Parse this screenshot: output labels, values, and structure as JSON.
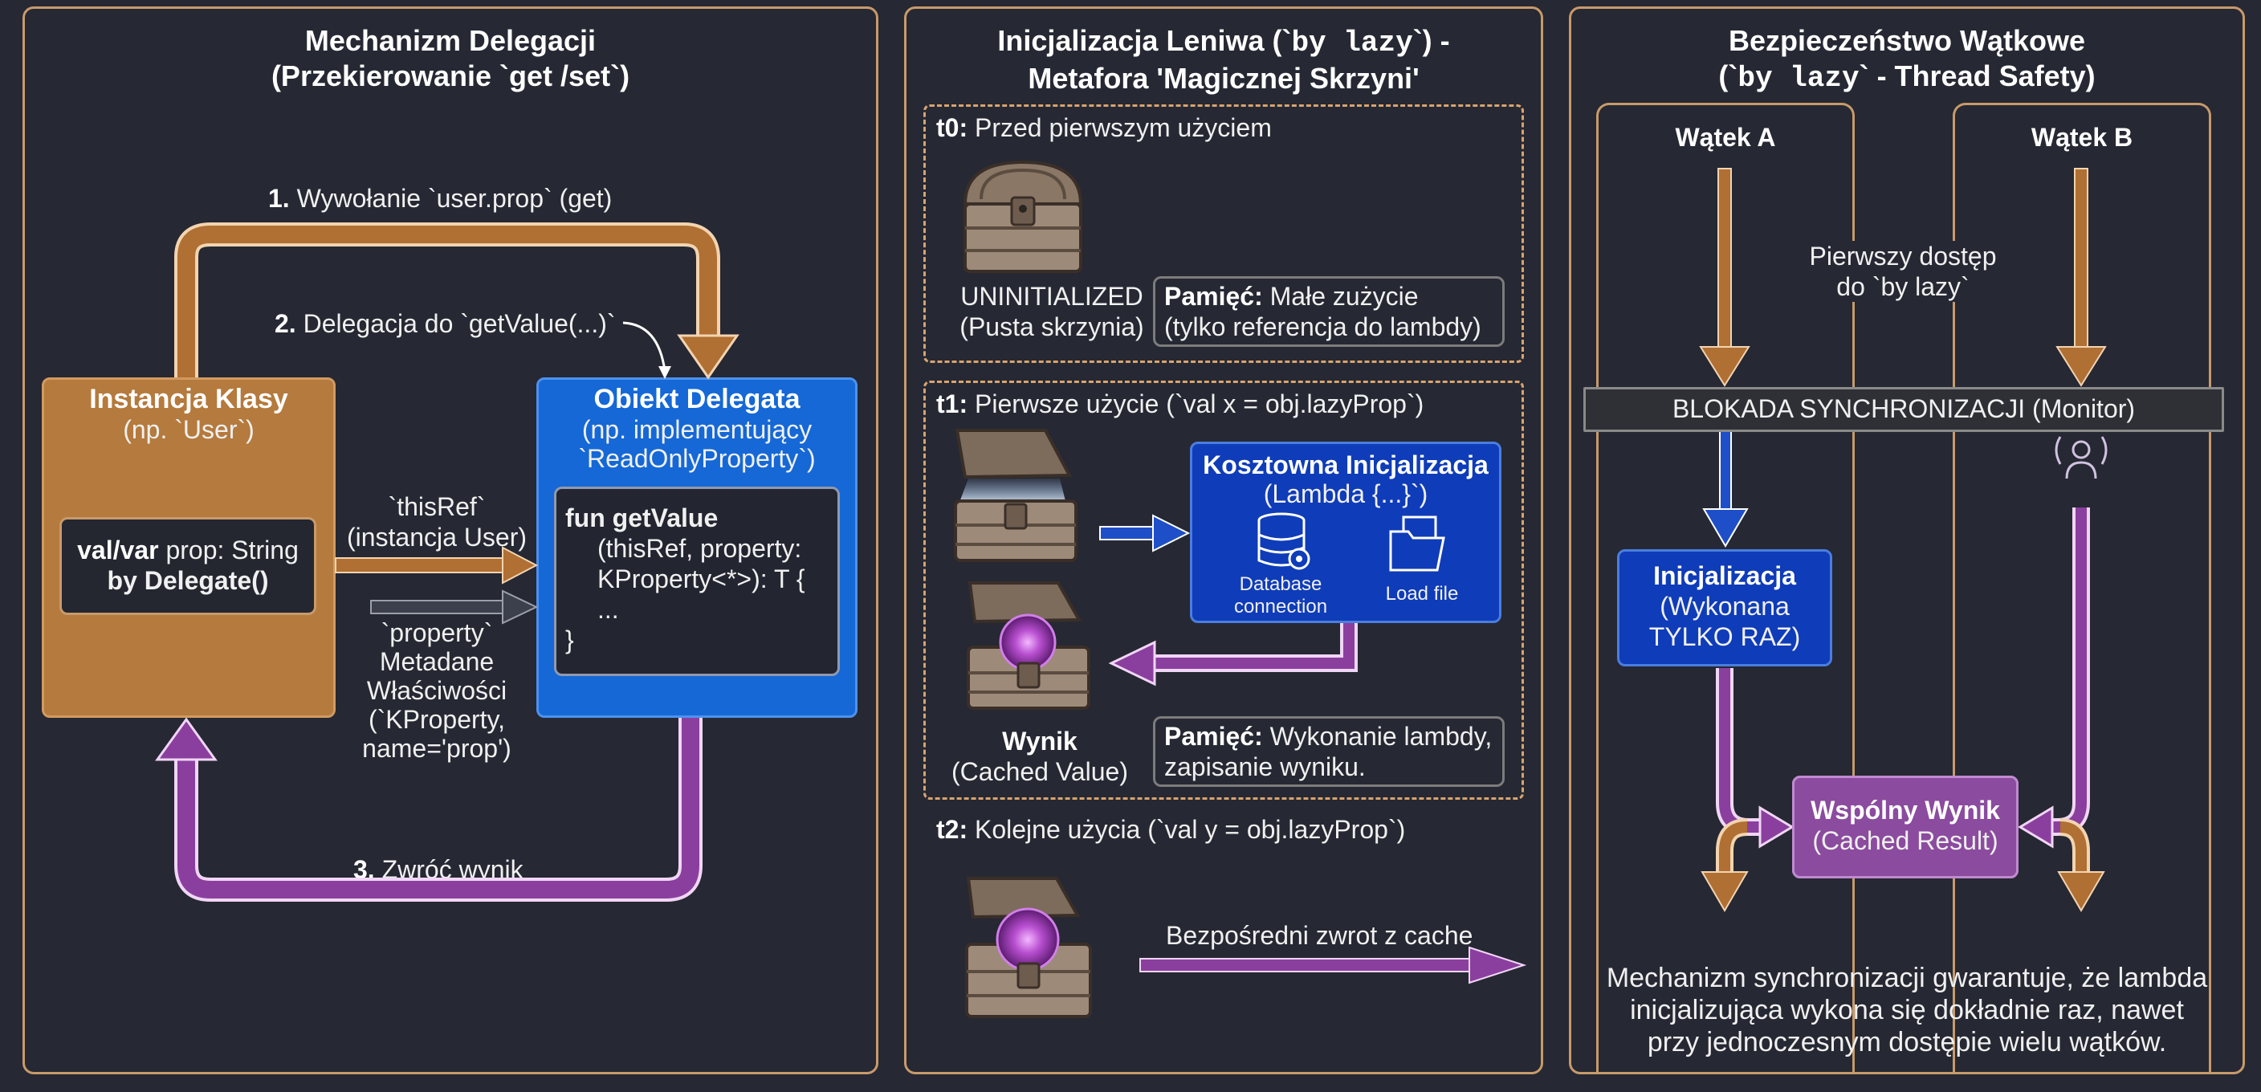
{
  "panel1": {
    "title_line1": "Mechanizm Delegacji",
    "title_line2": "(Przekierowanie `get /set`)",
    "step1_num": "1.",
    "step1_text": " Wywołanie `user.prop` (get)",
    "step2_num": "2.",
    "step2_text": " Delegacja do `getValue(...)`",
    "step3_num": "3.",
    "step3_text": " Zwróć wynik",
    "class_box": {
      "title": "Instancja Klasy",
      "subtitle": "(np. `User`)"
    },
    "prop_box": {
      "kw": "val/var",
      "line1_rest": " prop: String",
      "line2": "by Delegate()"
    },
    "delegate_box": {
      "title": "Obiekt Delegata",
      "subtitle1": "(np. implementujący",
      "subtitle2": "`ReadOnlyProperty`)"
    },
    "code_box": {
      "line1": "fun getValue",
      "line2": "(thisRef, property:",
      "line3": "KProperty<*>): T {",
      "line4": "...",
      "line5": "}"
    },
    "thisref_label": {
      "line1": "`thisRef`",
      "line2": "(instancja User)"
    },
    "property_label": {
      "line1": "`property`",
      "line2": "Metadane",
      "line3": "Właściwości",
      "line4": "(`KProperty,",
      "line5": "name='prop')"
    }
  },
  "panel2": {
    "title_line1_pre": "Inicjalizacja Leniwa (`",
    "title_line1_code": "by lazy",
    "title_line1_post": "`) -",
    "title_line2": "Metafora 'Magicznej Skrzyni'",
    "t0_label": "t0:",
    "t0_text": " Przed pierwszym użyciem",
    "uninit_line1": "UNINITIALIZED",
    "uninit_line2": "(Pusta skrzynia)",
    "mem0_label": "Pamięć:",
    "mem0_text1": " Małe zużycie",
    "mem0_text2": "(tylko referencja do lambdy)",
    "t1_label": "t1:",
    "t1_text": " Pierwsze użycie (`val x = obj.lazyProp`)",
    "init_box": {
      "title": "Kosztowna Inicjalizacja",
      "subtitle": "(Lambda {...}`)",
      "db_label1": "Database",
      "db_label2": "connection",
      "file_label": "Load file"
    },
    "result_title": "Wynik",
    "result_subtitle": "(Cached Value)",
    "mem1_label": "Pamięć:",
    "mem1_text1": " Wykonanie lambdy,",
    "mem1_text2": "zapisanie wyniku.",
    "t2_label": "t2:",
    "t2_text": " Kolejne użycia (`val y = obj.lazyProp`)",
    "direct_return": "Bezpośredni zwrot z cache"
  },
  "panel3": {
    "title_line1": "Bezpieczeństwo Wątkowe",
    "title_line2_pre": "(`",
    "title_line2_code": "by lazy",
    "title_line2_post": "` - Thread Safety)",
    "thread_a": "Wątek A",
    "thread_b": "Wątek B",
    "first_access1": "Pierwszy dostęp",
    "first_access2": "do `by lazy`",
    "lock": "BLOKADA SYNCHRONIZACJI (Monitor)",
    "init_box": {
      "title": "Inicjalizacja",
      "line2": "(Wykonana",
      "line3": "TYLKO RAZ)"
    },
    "shared_box": {
      "title": "Wspólny Wynik",
      "subtitle": "(Cached Result)"
    },
    "footer1": "Mechanizm synchronizacji gwarantuje, że lambda",
    "footer2": "inicjalizująca wykona się dokładnie raz, nawet",
    "footer3": "przy jednoczesnym dostępie wielu wątków."
  },
  "colors": {
    "brown": "#b57a3d",
    "blue": "#1568d6",
    "navy": "#0f3cb8",
    "purple": "#8b4b9e",
    "border": "#c79a6b",
    "background": "#262833"
  },
  "icons": [
    "chest-closed-icon",
    "chest-open-empty-icon",
    "chest-glowing-icon",
    "database-gear-icon",
    "folder-file-icon",
    "waiting-person-icon"
  ]
}
